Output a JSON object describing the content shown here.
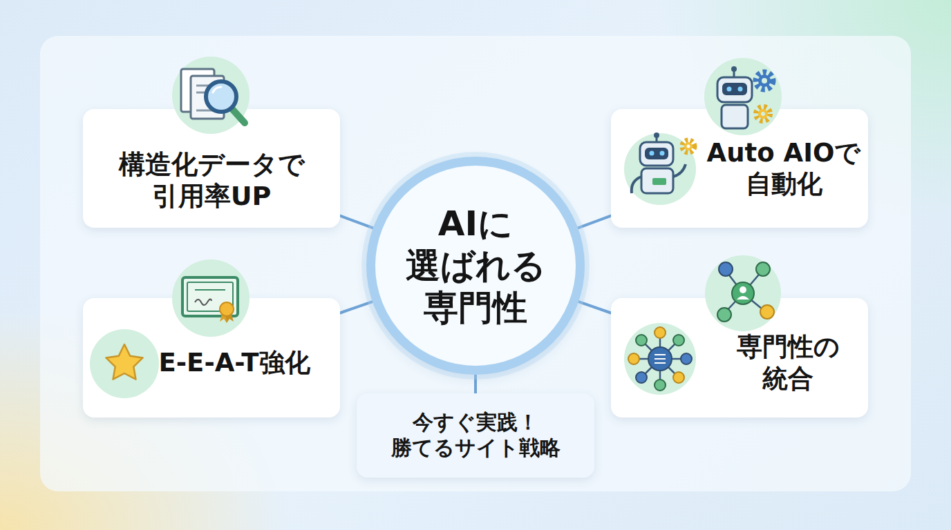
{
  "diagram": {
    "nodes": [
      {
        "text": [
          "構造化データで 引用率UP"
        ]
      },
      {
        "text": [
          "Auto AIOで 自動化"
        ]
      },
      {
        "text": [
          "AIに 選ばれる 専門性"
        ]
      },
      {
        "text": [
          "E-E-A-T強化"
        ]
      },
      {
        "text": [
          "専門性の 統合"
        ]
      },
      {
        "text": [
          "今すぐ実践！ 勝てるサイト戦略"
        ]
      }
    ],
    "edges": [
      {
        "from": 2,
        "to": 0,
        "arrow": "none"
      },
      {
        "from": 2,
        "to": 1,
        "arrow": "none"
      },
      {
        "from": 2,
        "to": 3,
        "arrow": "none"
      },
      {
        "from": 2,
        "to": 4,
        "arrow": "none"
      },
      {
        "from": 2,
        "to": 5,
        "arrow": "none"
      }
    ]
  }
}
